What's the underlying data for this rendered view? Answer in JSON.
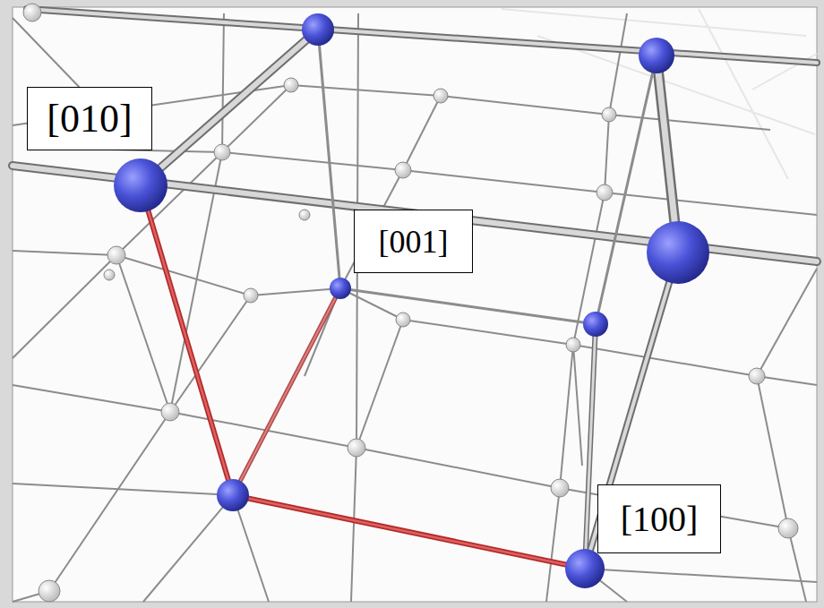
{
  "diagram": {
    "nodes": [
      {
        "text": [
          "[010]"
        ]
      },
      {
        "text": [
          "[001]"
        ]
      },
      {
        "text": [
          "[100]"
        ]
      }
    ]
  }
}
